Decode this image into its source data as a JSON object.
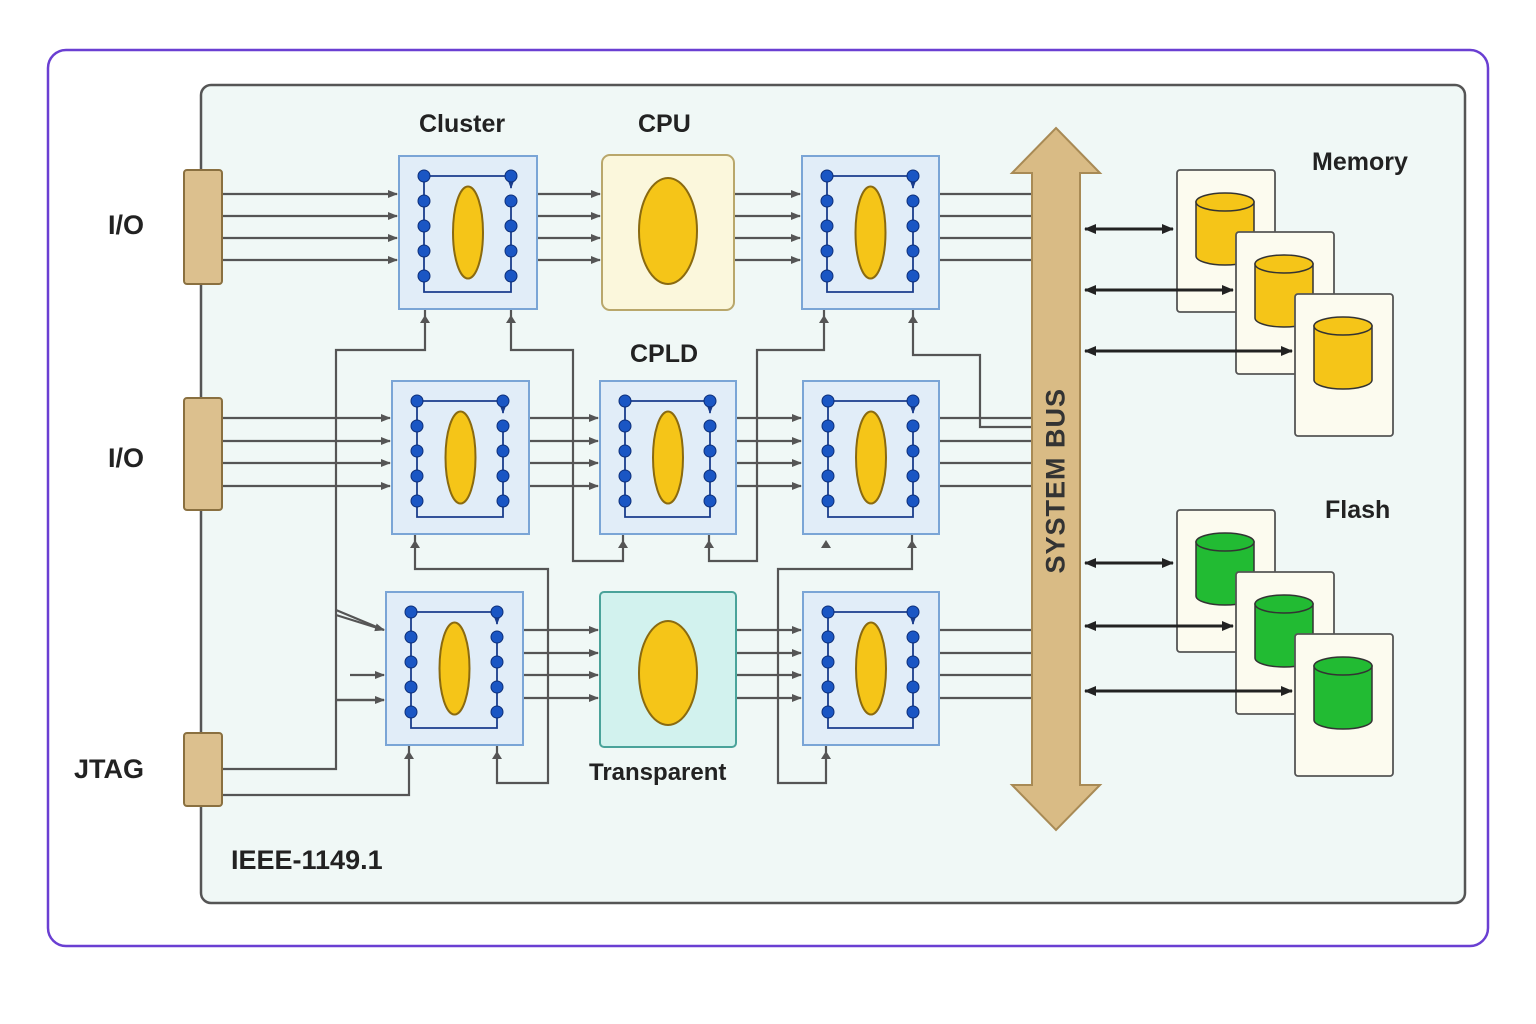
{
  "labels": {
    "cluster": "Cluster",
    "cpu": "CPU",
    "cpld": "CPLD",
    "transparent": "Transparent",
    "memory": "Memory",
    "flash": "Flash",
    "io_top": "I/O",
    "io_mid": "I/O",
    "jtag": "JTAG",
    "standard": "IEEE-1149.1",
    "system_bus": "SYSTEM BUS"
  },
  "colors": {
    "outer_border": "#6a3fd2",
    "panel_fill": "#f0f8f6",
    "panel_border": "#555555",
    "cell_fill": "#e1edf8",
    "cell_border": "#7aa5d6",
    "core_fill": "#f5c518",
    "core_border": "#8a6a10",
    "node_fill": "#1a56c4",
    "cpu_fill": "#fbf7dc",
    "transparent_fill": "#d2f2ee",
    "connector_fill": "#dcc08e",
    "bus_fill": "#d9bb85",
    "memory_fill": "#f5c518",
    "flash_fill": "#22bb33",
    "card_fill": "#fcfbef",
    "wire": "#555555"
  }
}
